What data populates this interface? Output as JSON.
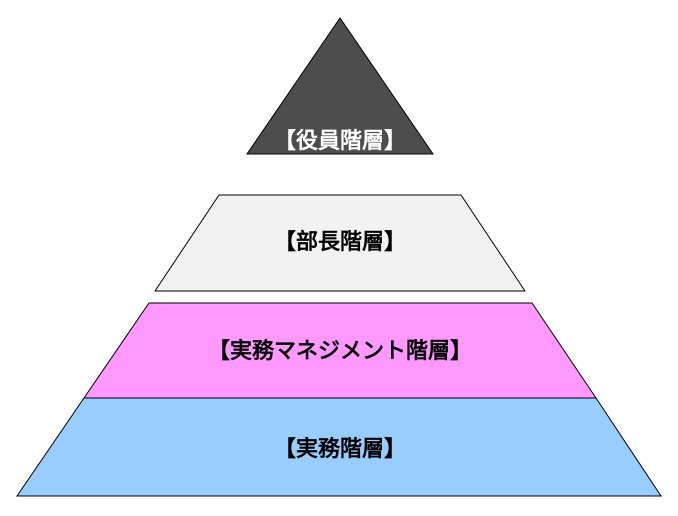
{
  "diagram": {
    "tiers": [
      {
        "label": "【役員階層】",
        "fill": "#4d4d4d",
        "text_color": "#ffffff"
      },
      {
        "label": "【部長階層】",
        "fill": "#f2f2f2",
        "text_color": "#000000"
      },
      {
        "label": "【実務マネジメント階層】",
        "fill": "#ff99ff",
        "text_color": "#000000"
      },
      {
        "label": "【実務階層】",
        "fill": "#99ccff",
        "text_color": "#000000"
      }
    ],
    "stroke_color": "#000000"
  }
}
